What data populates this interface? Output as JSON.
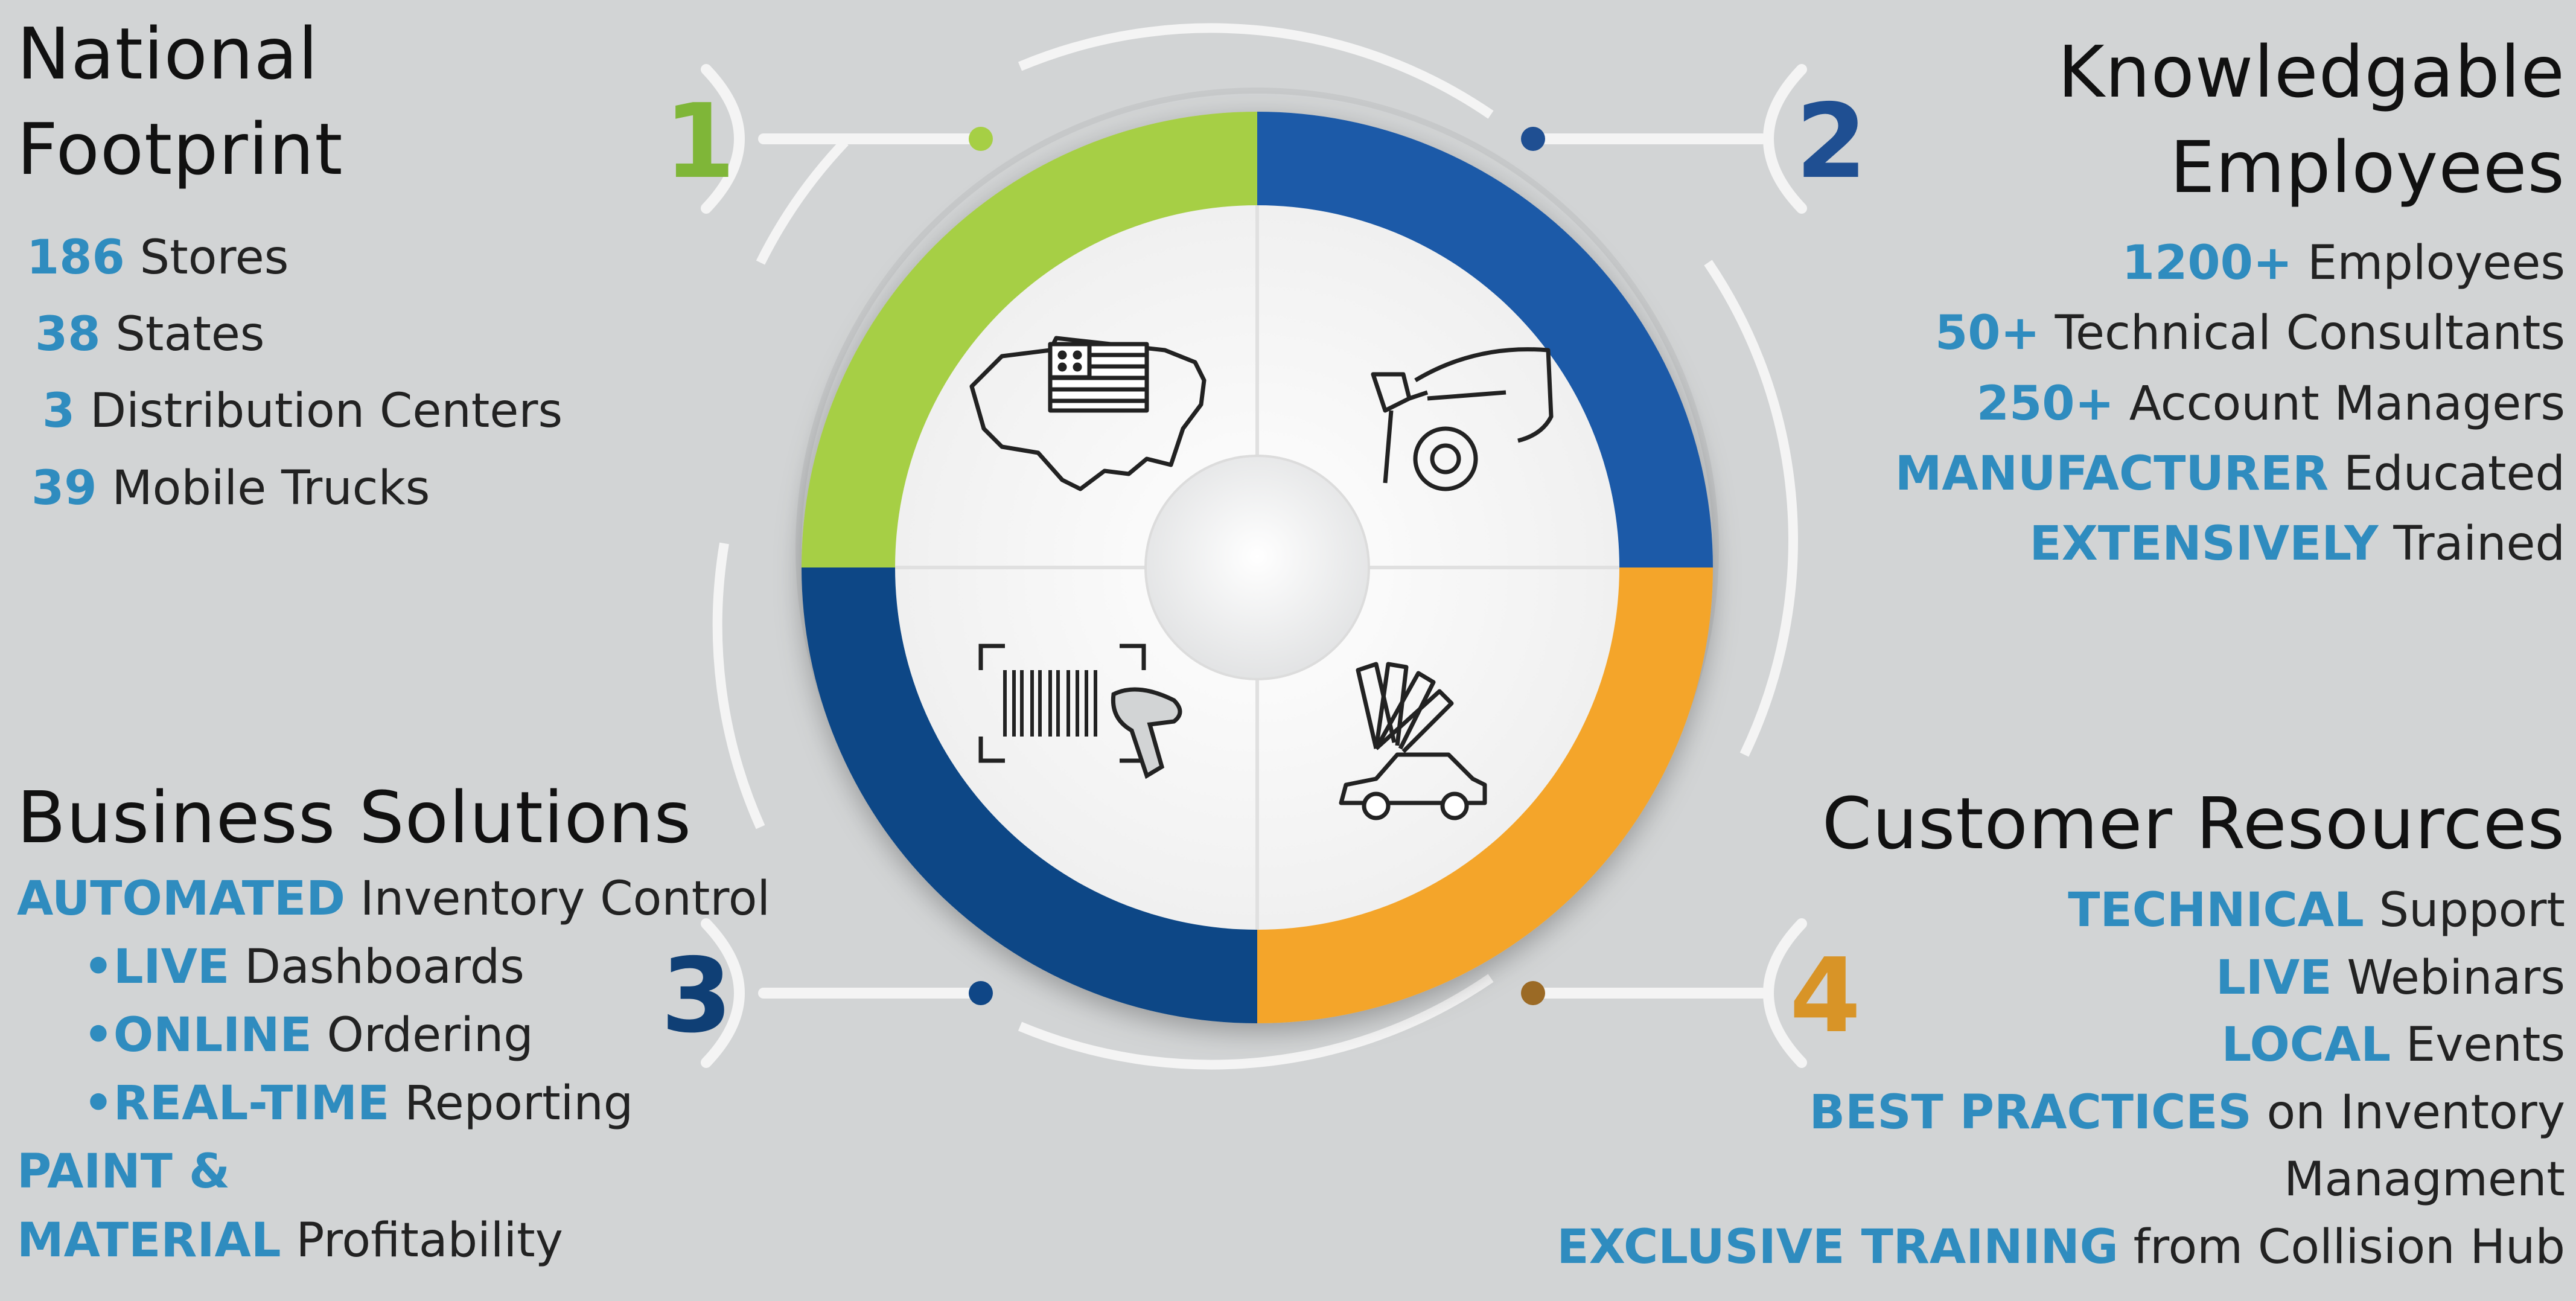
{
  "national_footprint": {
    "title_line1": "National",
    "title_line2": "Footprint",
    "items": [
      {
        "highlight": "186",
        "text": "Stores"
      },
      {
        "highlight": "38",
        "text": "States"
      },
      {
        "highlight": "3",
        "text": "Distribution Centers"
      },
      {
        "highlight": "39",
        "text": "Mobile Trucks"
      }
    ]
  },
  "knowledgable_employees": {
    "title_line1": "Knowledgable",
    "title_line2": "Employees",
    "items": [
      {
        "highlight": "1200+",
        "text": "Employees"
      },
      {
        "highlight": "50+",
        "text": "Technical Consultants"
      },
      {
        "highlight": "250+",
        "text": "Account Managers"
      },
      {
        "highlight": "MANUFACTURER",
        "text": "Educated"
      },
      {
        "highlight": "EXTENSIVELY",
        "text": "Trained"
      }
    ]
  },
  "business_solutions": {
    "title": "Business Solutions",
    "lead": {
      "highlight": "AUTOMATED",
      "text": "Inventory Control"
    },
    "bullets": [
      {
        "highlight": "LIVE",
        "text": "Dashboards"
      },
      {
        "highlight": "ONLINE",
        "text": "Ordering"
      },
      {
        "highlight": "REAL-TIME",
        "text": "Reporting"
      }
    ],
    "bullet_char": "•",
    "tail_line1": "PAINT &",
    "tail_line2_highlight": "MATERIAL",
    "tail_line2_text": "Profitability"
  },
  "customer_resources": {
    "title": "Customer Resources",
    "items": [
      {
        "highlight": "TECHNICAL",
        "text": "Support"
      },
      {
        "highlight": "LIVE",
        "text": "Webinars"
      },
      {
        "highlight": "LOCAL",
        "text": "Events"
      },
      {
        "highlight": "BEST PRACTICES",
        "text": "on Inventory"
      },
      {
        "highlight": "",
        "text": "Managment"
      },
      {
        "highlight": "EXCLUSIVE TRAINING",
        "text": "from Collision Hub"
      }
    ]
  },
  "wheel": {
    "numbers": [
      "1",
      "2",
      "3",
      "4"
    ],
    "colors": {
      "q1": "#a6cf45",
      "q2": "#1f5aa8",
      "q3": "#0f4686",
      "q4": "#f4a52b",
      "highlight_text": "#2f8cbf"
    },
    "icons": [
      "us-flag-map-icon",
      "spray-gun-car-icon",
      "barcode-scanner-icon",
      "color-swatch-car-icon"
    ]
  }
}
